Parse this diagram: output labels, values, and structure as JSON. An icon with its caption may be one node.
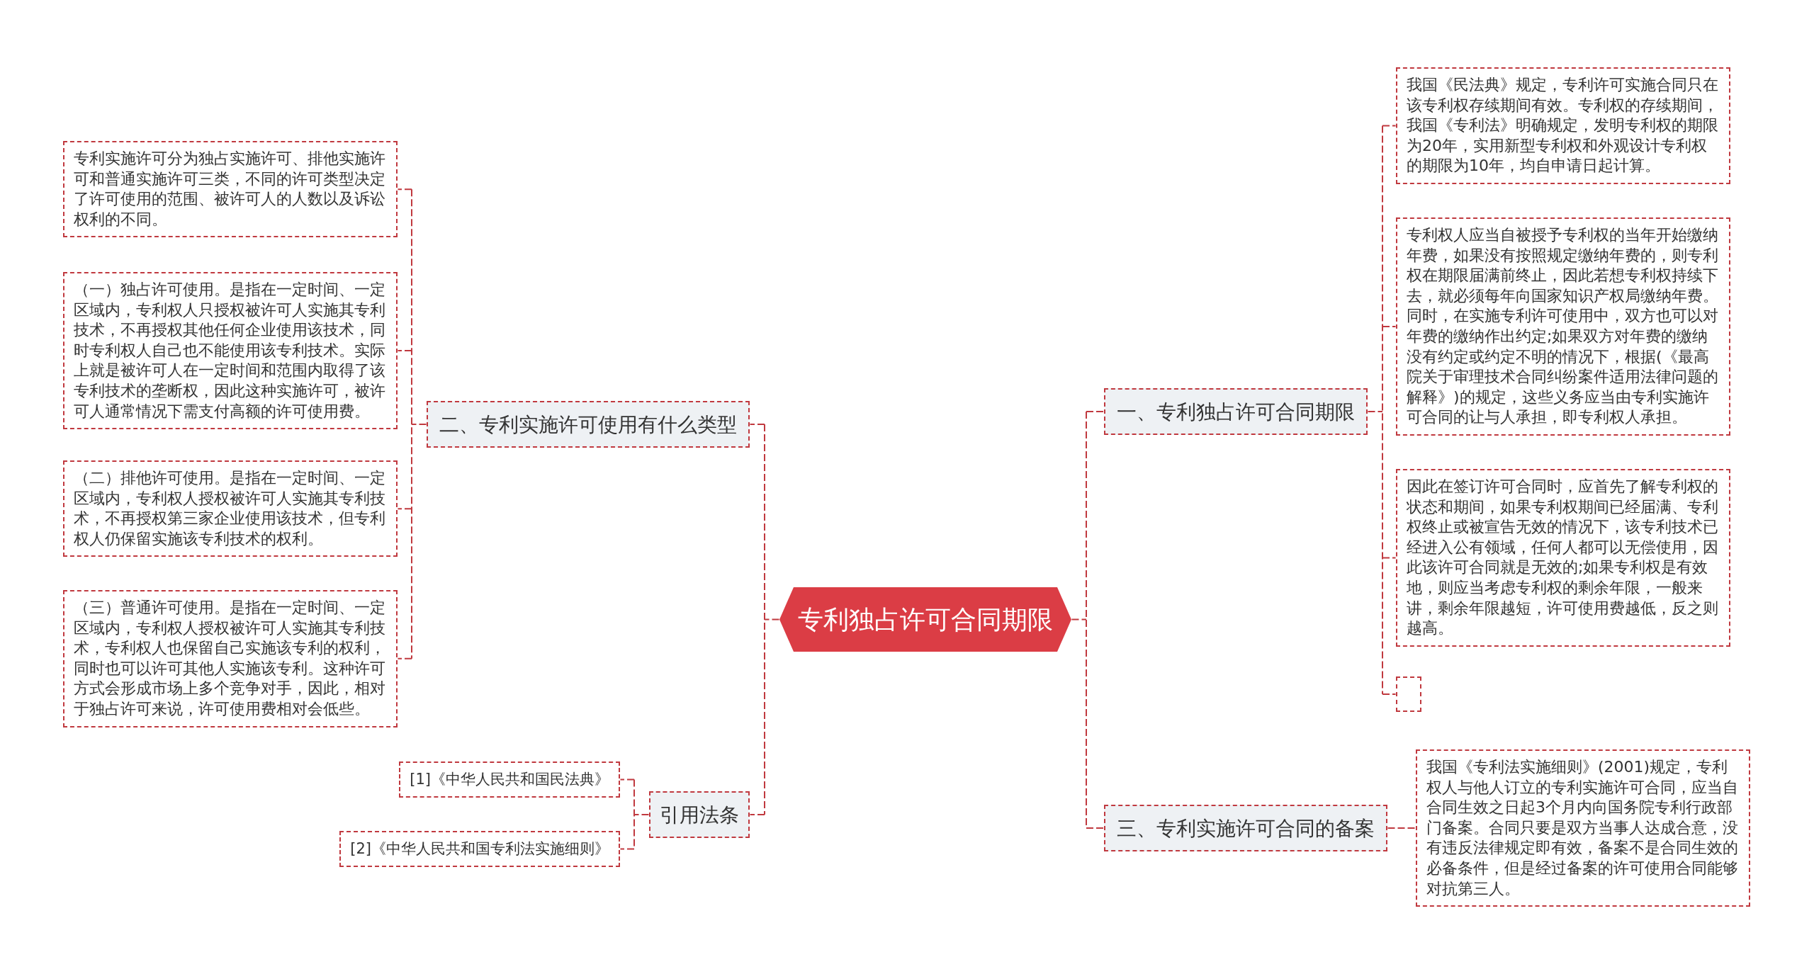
{
  "diagram": {
    "nodes": [
      {
        "text": [
          "专利独占许可合同期限"
        ]
      },
      {
        "text": [
          "二、专利实施许可使用有什么类型"
        ]
      },
      {
        "text": [
          "专利实施许可分为独占实施许可、排他实施许可和普通实施许可三类，不同的许可类型决定了许可使用的范围、被许可人的人数以及诉讼权利的不同。"
        ]
      },
      {
        "text": [
          "（一）独占许可使用。是指在一定时间、一定区域内，专利权人只授权被许可人实施其专利技术，不再授权其他任何企业使用该技术，同时专利权人自己也不能使用该专利技术。实际上就是被许可人在一定时间和范围内取得了该专利技术的垄断权，因此这种实施许可，被许可人通常情况下需支付高额的许可使用费。"
        ]
      },
      {
        "text": [
          "（二）排他许可使用。是指在一定时间、一定区域内，专利权人授权被许可人实施其专利技术，不再授权第三家企业使用该技术，但专利权人仍保留实施该专利技术的权利。"
        ]
      },
      {
        "text": [
          "（三）普通许可使用。是指在一定时间、一定区域内，专利权人授权被许可人实施其专利技术，专利权人也保留自己实施该专利的权利，同时也可以许可其他人实施该专利。这种许可方式会形成市场上多个竞争对手，因此，相对于独占许可来说，许可使用费相对会低些。"
        ]
      },
      {
        "text": [
          "引用法条"
        ]
      },
      {
        "text": [
          "[1]《中华人民共和国民法典》"
        ]
      },
      {
        "text": [
          "[2]《中华人民共和国专利法实施细则》"
        ]
      },
      {
        "text": [
          "一、专利独占许可合同期限"
        ]
      },
      {
        "text": [
          "我国《民法典》规定，专利许可实施合同只在该专利权存续期间有效。专利权的存续期间，我国《专利法》明确规定，发明专利权的期限为20年，实用新型专利权和外观设计专利权的期限为10年，均自申请日起计算。"
        ]
      },
      {
        "text": [
          "专利权人应当自被授予专利权的当年开始缴纳年费，如果没有按照规定缴纳年费的，则专利权在期限届满前终止，因此若想专利权持续下去，就必须每年向国家知识产权局缴纳年费。同时，在实施专利许可使用中，双方也可以对年费的缴纳作出约定;如果双方对年费的缴纳没有约定或约定不明的情况下，根据(《最高院关于审理技术合同纠纷案件适用法律问题的解释》)的规定，这些义务应当由专利实施许可合同的让与人承担，即专利权人承担。"
        ]
      },
      {
        "text": [
          "因此在签订许可合同时，应首先了解专利权的状态和期间，如果专利权期间已经届满、专利权终止或被宣告无效的情况下，该专利技术已经进入公有领域，任何人都可以无偿使用，因此该许可合同就是无效的;如果专利权是有效地，则应当考虑专利权的剩余年限，一般来讲，剩余年限越短，许可使用费越低，反之则越高。"
        ]
      },
      {
        "text": [],
        "shape": "box"
      },
      {
        "text": [
          "三、专利实施许可合同的备案"
        ]
      },
      {
        "text": [
          "我国《专利法实施细则》(2001)规定，专利权人与他人订立的专利实施许可合同，应当自合同生效之日起3个月内向国务院专利行政部门备案。合同只要是双方当事人达成合意，没有违反法律规定即有效，备案不是合同生效的必备条件，但是经过备案的许可使用合同能够对抗第三人。"
        ]
      }
    ],
    "edges": [
      {
        "from": 0,
        "to": 1,
        "arrow": "none"
      },
      {
        "from": 1,
        "to": 2,
        "arrow": "none"
      },
      {
        "from": 1,
        "to": 3,
        "arrow": "none"
      },
      {
        "from": 1,
        "to": 4,
        "arrow": "none"
      },
      {
        "from": 1,
        "to": 5,
        "arrow": "none"
      },
      {
        "from": 0,
        "to": 6,
        "arrow": "none"
      },
      {
        "from": 6,
        "to": 7,
        "arrow": "none"
      },
      {
        "from": 6,
        "to": 8,
        "arrow": "none"
      },
      {
        "from": 0,
        "to": 9,
        "arrow": "none"
      },
      {
        "from": 9,
        "to": 10,
        "arrow": "none"
      },
      {
        "from": 9,
        "to": 11,
        "arrow": "none"
      },
      {
        "from": 9,
        "to": 12,
        "arrow": "none"
      },
      {
        "from": 9,
        "to": 13,
        "arrow": "none"
      },
      {
        "from": 0,
        "to": 14,
        "arrow": "none"
      },
      {
        "from": 14,
        "to": 15,
        "arrow": "none"
      }
    ]
  }
}
